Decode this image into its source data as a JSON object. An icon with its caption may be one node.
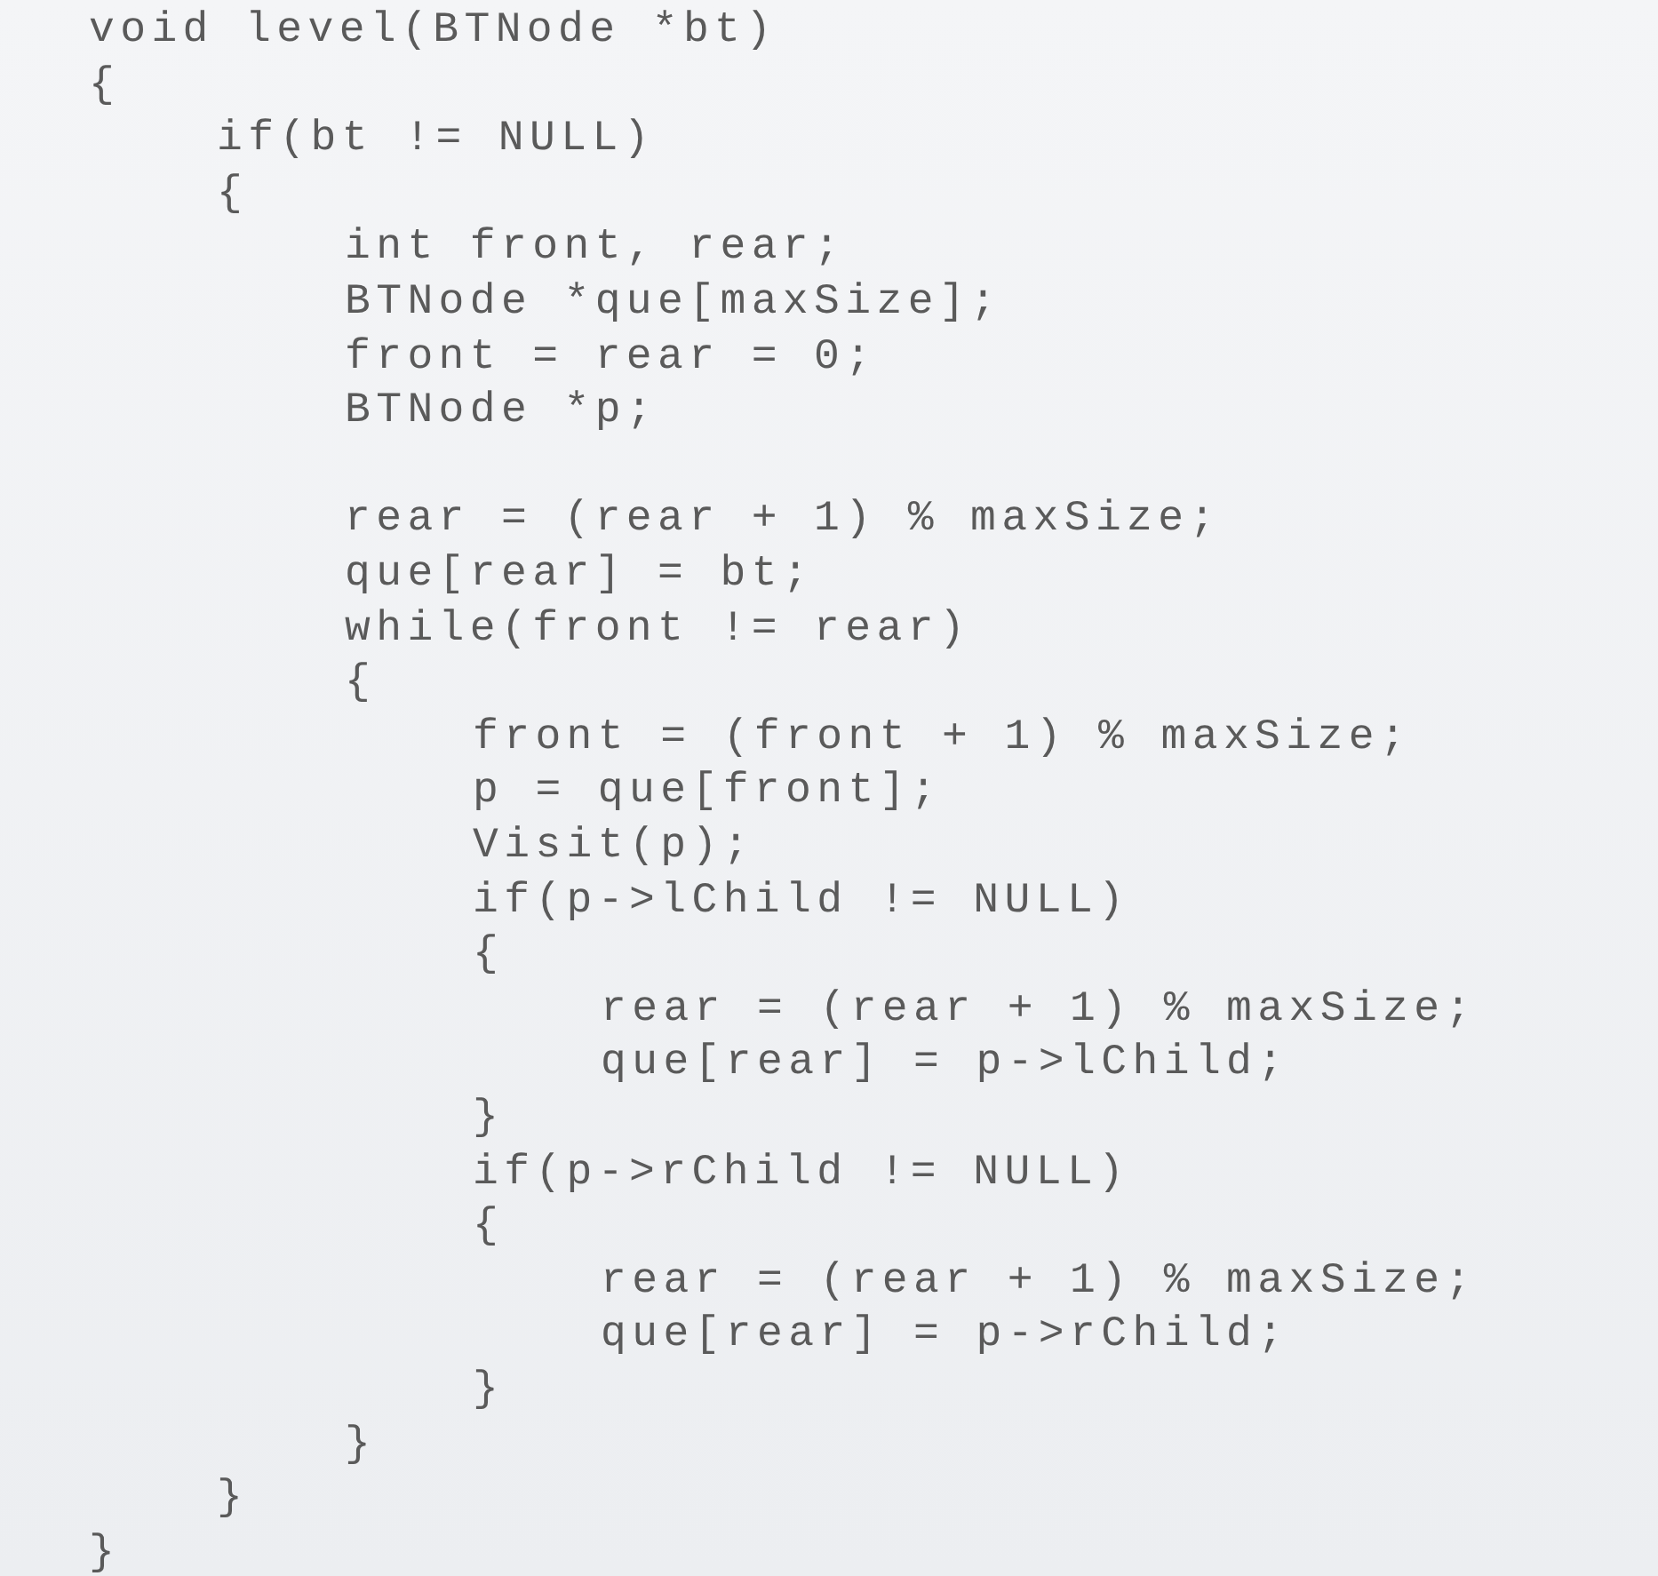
{
  "diagram": {
    "labels": [
      "void level(BTNode *bt)",
      "{",
      "if(bt != NULL)",
      "{",
      "int front, rear;",
      "BTNode *que[maxSize];",
      "front = rear = 0;",
      "BTNode *p;",
      "rear = (rear + 1) % maxSize;",
      "que[rear] = bt;",
      "while(front != rear)",
      "{",
      "front = (front + 1) % maxSize;",
      "p = que[front];",
      "Visit(p);",
      "if(p->lChild != NULL)",
      "{",
      "rear = (rear + 1) % maxSize;",
      "que[rear] = p->lChild;",
      "}",
      "if(p->rChild != NULL)",
      "{",
      "rear = (rear + 1) % maxSize;",
      "que[rear] = p->rChild;",
      "}",
      "}",
      "}",
      "}"
    ]
  }
}
